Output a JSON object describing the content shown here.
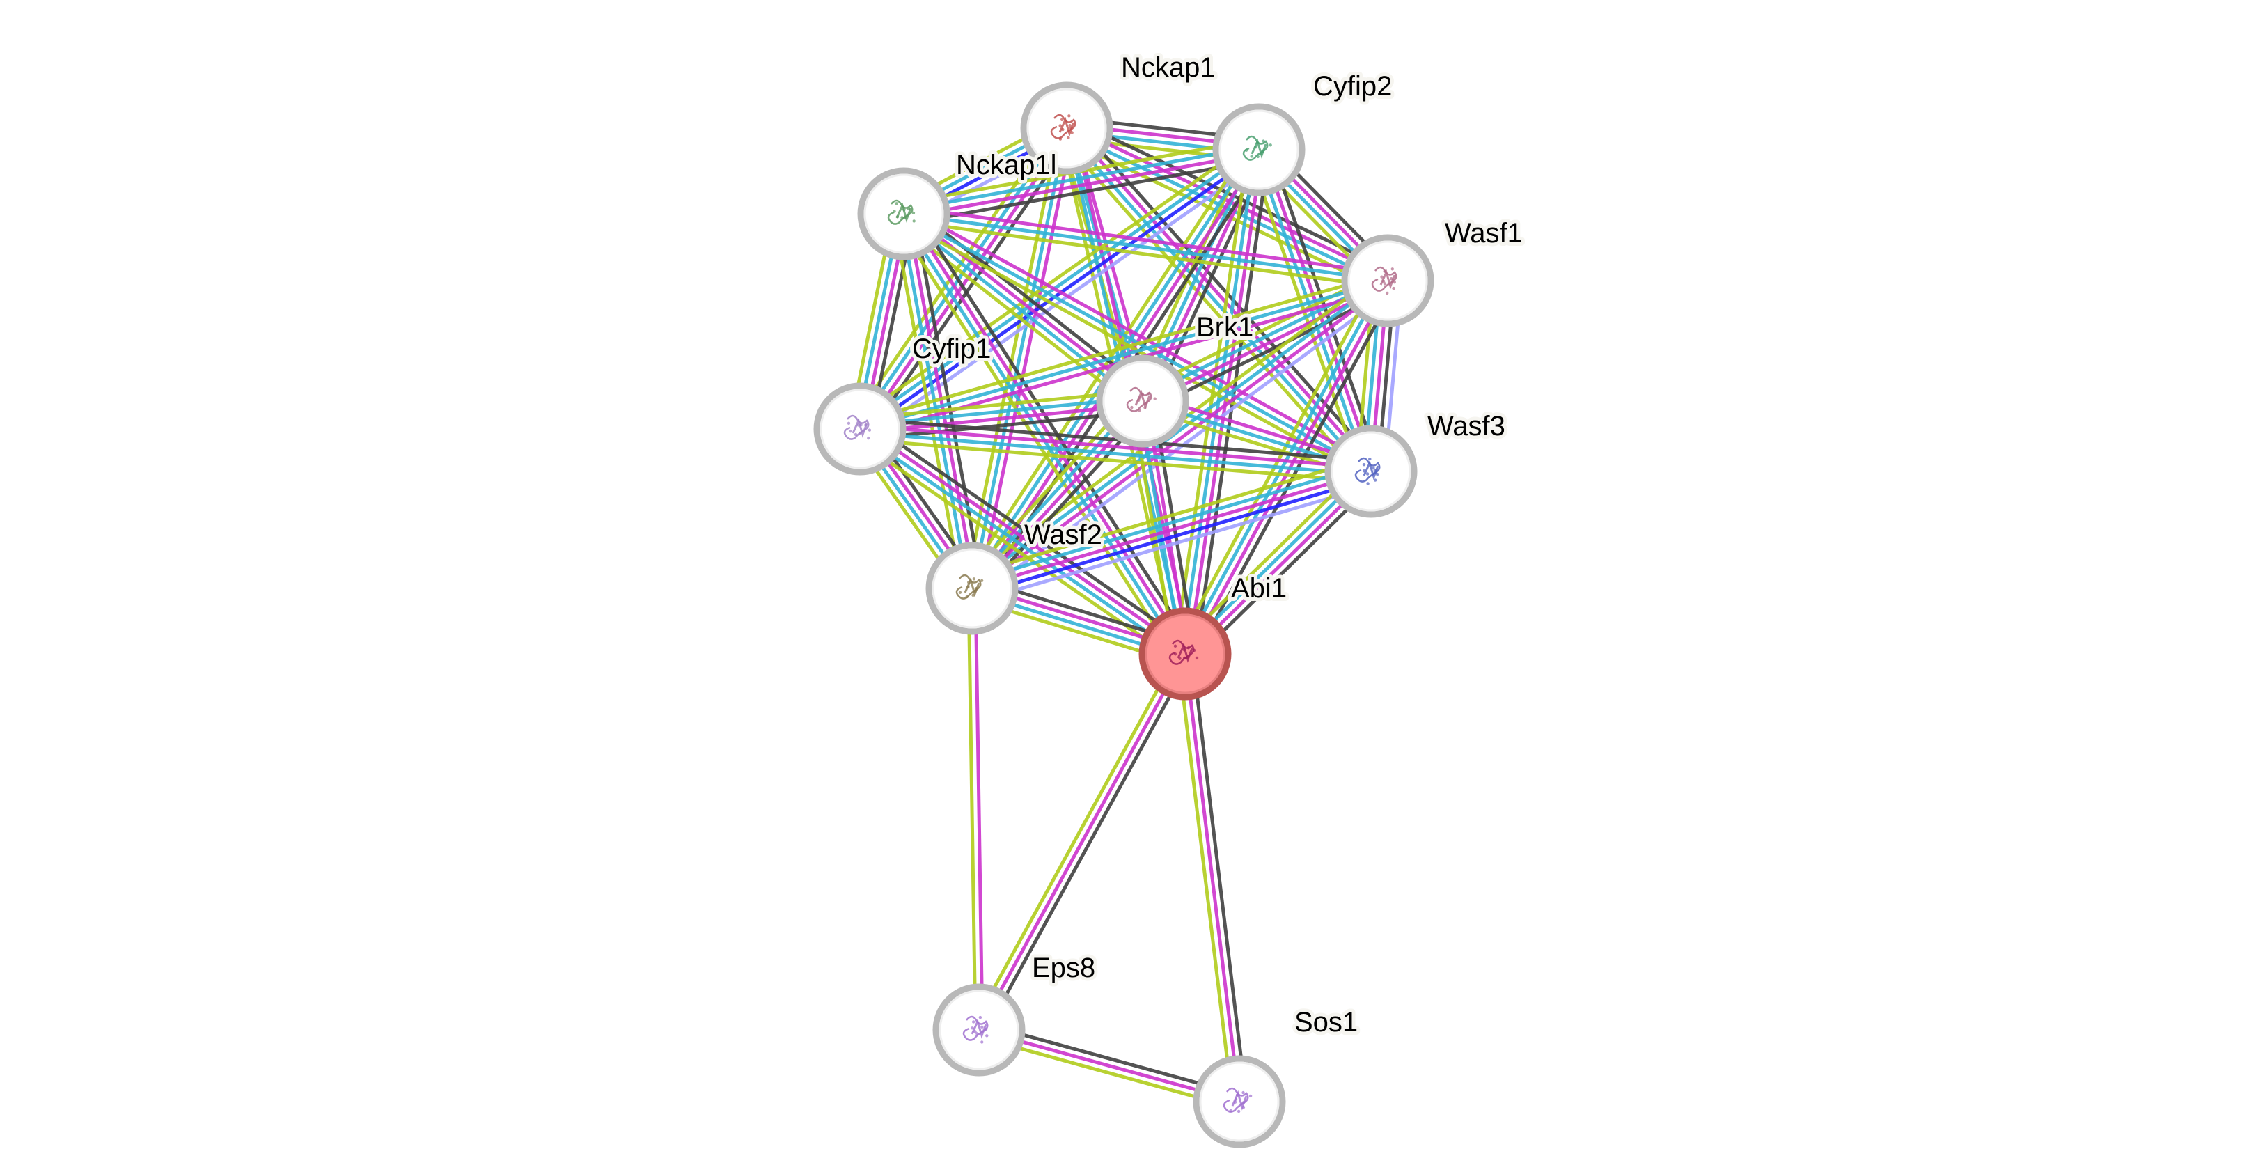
{
  "diagram": {
    "type": "protein-interaction-network",
    "edge_colors": {
      "coexpression": "#404040",
      "experiments": "#cc33cc",
      "databases": "#33b3d6",
      "textmining": "#b0cc1c",
      "cooccurrence": "#2020ff",
      "homology": "#a0a0ff"
    },
    "node_colors": {
      "default_fill": "#ffffff",
      "default_ring": "#b8b8b8",
      "query_fill": "#ff9595",
      "query_ring": "#b85450"
    },
    "nodes": [
      {
        "id": "Nckap1",
        "label": "Nckap1",
        "query": false,
        "structure_color": "#c0504d"
      },
      {
        "id": "Cyfip2",
        "label": "Cyfip2",
        "query": false,
        "structure_color": "#4aa070"
      },
      {
        "id": "Nckap1l",
        "label": "Nckap1l",
        "query": false,
        "structure_color": "#5a9a60"
      },
      {
        "id": "Wasf1",
        "label": "Wasf1",
        "query": false,
        "structure_color": "#b06a88"
      },
      {
        "id": "Brk1",
        "label": "Brk1",
        "query": false,
        "structure_color": "#b06a88"
      },
      {
        "id": "Cyfip1",
        "label": "Cyfip1",
        "query": false,
        "structure_color": "#a080c8"
      },
      {
        "id": "Wasf3",
        "label": "Wasf3",
        "query": false,
        "structure_color": "#5060c0"
      },
      {
        "id": "Wasf2",
        "label": "Wasf2",
        "query": false,
        "structure_color": "#8a7a50"
      },
      {
        "id": "Abi1",
        "label": "Abi1",
        "query": true,
        "structure_color": "#a0205a"
      },
      {
        "id": "Eps8",
        "label": "Eps8",
        "query": false,
        "structure_color": "#a070d0"
      },
      {
        "id": "Sos1",
        "label": "Sos1",
        "query": false,
        "structure_color": "#a070d0"
      }
    ],
    "edges": [
      {
        "a": "Nckap1",
        "b": "Cyfip2",
        "channels": [
          "coexpression",
          "experiments",
          "databases",
          "textmining"
        ]
      },
      {
        "a": "Nckap1",
        "b": "Nckap1l",
        "channels": [
          "homology",
          "cooccurrence",
          "databases",
          "textmining"
        ]
      },
      {
        "a": "Nckap1",
        "b": "Wasf1",
        "channels": [
          "coexpression",
          "experiments",
          "databases",
          "textmining"
        ]
      },
      {
        "a": "Nckap1",
        "b": "Brk1",
        "channels": [
          "experiments",
          "databases",
          "textmining"
        ]
      },
      {
        "a": "Nckap1",
        "b": "Cyfip1",
        "channels": [
          "coexpression",
          "experiments",
          "databases",
          "textmining"
        ]
      },
      {
        "a": "Nckap1",
        "b": "Wasf3",
        "channels": [
          "coexpression",
          "experiments",
          "databases",
          "textmining"
        ]
      },
      {
        "a": "Nckap1",
        "b": "Wasf2",
        "channels": [
          "experiments",
          "databases",
          "textmining"
        ]
      },
      {
        "a": "Nckap1",
        "b": "Abi1",
        "channels": [
          "experiments",
          "databases",
          "textmining"
        ]
      },
      {
        "a": "Cyfip2",
        "b": "Nckap1l",
        "channels": [
          "coexpression",
          "experiments",
          "databases",
          "textmining"
        ]
      },
      {
        "a": "Cyfip2",
        "b": "Wasf1",
        "channels": [
          "coexpression",
          "experiments",
          "databases",
          "textmining"
        ]
      },
      {
        "a": "Cyfip2",
        "b": "Brk1",
        "channels": [
          "coexpression",
          "experiments",
          "databases",
          "textmining"
        ]
      },
      {
        "a": "Cyfip2",
        "b": "Cyfip1",
        "channels": [
          "homology",
          "cooccurrence",
          "databases",
          "textmining"
        ]
      },
      {
        "a": "Cyfip2",
        "b": "Wasf3",
        "channels": [
          "coexpression",
          "experiments",
          "databases",
          "textmining"
        ]
      },
      {
        "a": "Cyfip2",
        "b": "Wasf2",
        "channels": [
          "coexpression",
          "experiments",
          "databases",
          "textmining"
        ]
      },
      {
        "a": "Cyfip2",
        "b": "Abi1",
        "channels": [
          "coexpression",
          "experiments",
          "databases",
          "textmining"
        ]
      },
      {
        "a": "Nckap1l",
        "b": "Wasf1",
        "channels": [
          "experiments",
          "databases",
          "textmining"
        ]
      },
      {
        "a": "Nckap1l",
        "b": "Brk1",
        "channels": [
          "coexpression",
          "experiments",
          "databases",
          "textmining"
        ]
      },
      {
        "a": "Nckap1l",
        "b": "Cyfip1",
        "channels": [
          "coexpression",
          "experiments",
          "databases",
          "textmining"
        ]
      },
      {
        "a": "Nckap1l",
        "b": "Wasf3",
        "channels": [
          "experiments",
          "databases",
          "textmining"
        ]
      },
      {
        "a": "Nckap1l",
        "b": "Wasf2",
        "channels": [
          "coexpression",
          "experiments",
          "databases",
          "textmining"
        ]
      },
      {
        "a": "Nckap1l",
        "b": "Abi1",
        "channels": [
          "coexpression",
          "experiments",
          "databases",
          "textmining"
        ]
      },
      {
        "a": "Wasf1",
        "b": "Brk1",
        "channels": [
          "coexpression",
          "experiments",
          "databases",
          "textmining"
        ]
      },
      {
        "a": "Wasf1",
        "b": "Cyfip1",
        "channels": [
          "experiments",
          "databases",
          "textmining"
        ]
      },
      {
        "a": "Wasf1",
        "b": "Wasf3",
        "channels": [
          "homology",
          "coexpression",
          "experiments",
          "databases",
          "textmining"
        ]
      },
      {
        "a": "Wasf1",
        "b": "Wasf2",
        "channels": [
          "homology",
          "experiments",
          "databases",
          "textmining"
        ]
      },
      {
        "a": "Wasf1",
        "b": "Abi1",
        "channels": [
          "coexpression",
          "experiments",
          "databases",
          "textmining"
        ]
      },
      {
        "a": "Brk1",
        "b": "Cyfip1",
        "channels": [
          "coexpression",
          "experiments",
          "databases",
          "textmining"
        ]
      },
      {
        "a": "Brk1",
        "b": "Wasf3",
        "channels": [
          "experiments",
          "databases",
          "textmining"
        ]
      },
      {
        "a": "Brk1",
        "b": "Wasf2",
        "channels": [
          "coexpression",
          "experiments",
          "databases",
          "textmining"
        ]
      },
      {
        "a": "Brk1",
        "b": "Abi1",
        "channels": [
          "coexpression",
          "experiments",
          "databases",
          "textmining"
        ]
      },
      {
        "a": "Cyfip1",
        "b": "Wasf3",
        "channels": [
          "coexpression",
          "experiments",
          "databases",
          "textmining"
        ]
      },
      {
        "a": "Cyfip1",
        "b": "Wasf2",
        "channels": [
          "coexpression",
          "experiments",
          "databases",
          "textmining"
        ]
      },
      {
        "a": "Cyfip1",
        "b": "Abi1",
        "channels": [
          "coexpression",
          "experiments",
          "databases",
          "textmining"
        ]
      },
      {
        "a": "Wasf3",
        "b": "Wasf2",
        "channels": [
          "homology",
          "cooccurrence",
          "experiments",
          "databases",
          "textmining"
        ]
      },
      {
        "a": "Wasf3",
        "b": "Abi1",
        "channels": [
          "coexpression",
          "experiments",
          "databases",
          "textmining"
        ]
      },
      {
        "a": "Wasf2",
        "b": "Abi1",
        "channels": [
          "coexpression",
          "experiments",
          "databases",
          "textmining"
        ]
      },
      {
        "a": "Wasf2",
        "b": "Eps8",
        "channels": [
          "experiments",
          "textmining"
        ]
      },
      {
        "a": "Abi1",
        "b": "Eps8",
        "channels": [
          "coexpression",
          "experiments",
          "textmining"
        ]
      },
      {
        "a": "Abi1",
        "b": "Sos1",
        "channels": [
          "coexpression",
          "experiments",
          "textmining"
        ]
      },
      {
        "a": "Eps8",
        "b": "Sos1",
        "channels": [
          "coexpression",
          "experiments",
          "textmining"
        ]
      }
    ]
  }
}
